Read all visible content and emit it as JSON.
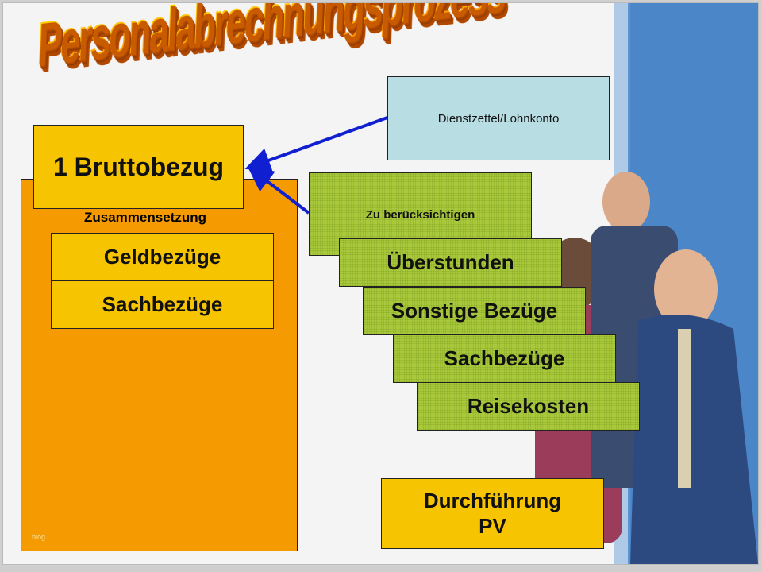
{
  "title": "Personalabrechnungsprozess",
  "dienstzettel": "Dienstzettel/Lohnkonto",
  "bruttobezug": "1 Bruttobezug",
  "zusammensetzung": "Zusammensetzung",
  "composition": [
    "Geldbezüge",
    "Sachbezüge"
  ],
  "zu_beruecksichtigen": "Zu berücksichtigen",
  "considerations": [
    "Überstunden",
    "Sonstige Bezüge",
    "Sachbezüge",
    "Reisekosten"
  ],
  "durchfuehrung": [
    "Durchführung",
    "PV"
  ],
  "footer_mark": "blog",
  "colors": {
    "orange": "#f59a00",
    "yellow": "#f6c400",
    "green": "#a9c83c",
    "lightblue": "#b8dde3",
    "arrow": "#1020d0",
    "panel": "#4a86c8"
  }
}
